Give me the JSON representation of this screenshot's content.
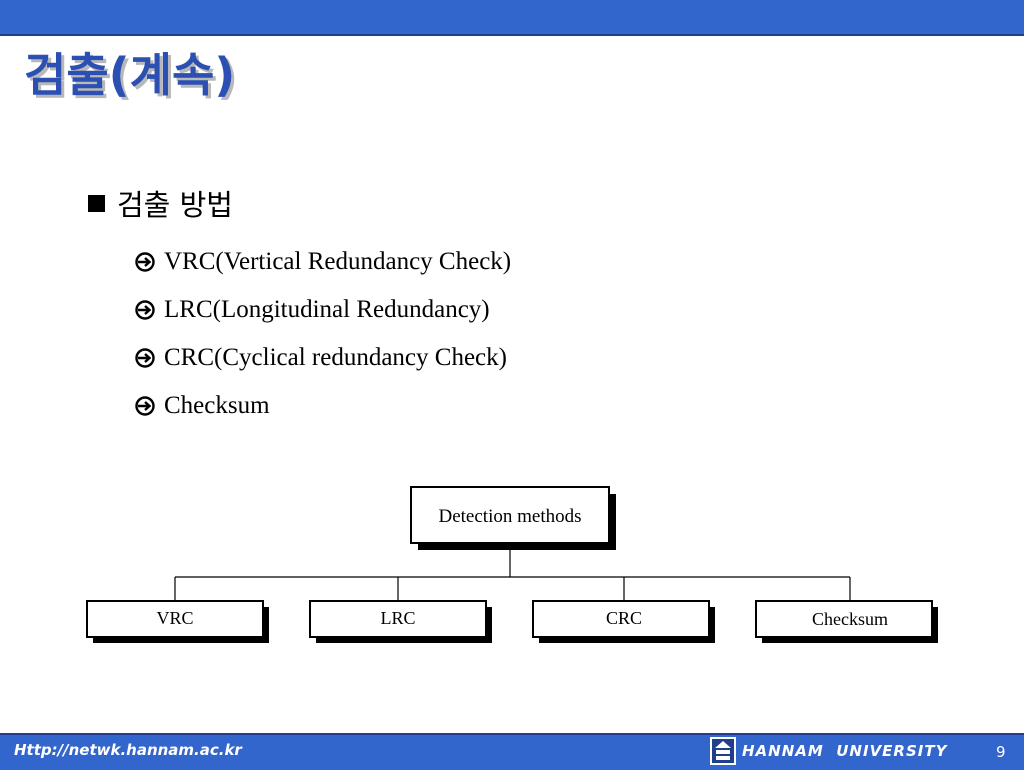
{
  "slide": {
    "title": "검출(계속)",
    "bullet": "검출 방법",
    "sub_items": [
      "VRC(Vertical Redundancy Check)",
      "LRC(Longitudinal Redundancy)",
      "CRC(Cyclical redundancy Check)",
      "Checksum"
    ]
  },
  "diagram": {
    "root": "Detection methods",
    "children": [
      "VRC",
      "LRC",
      "CRC",
      "Checksum"
    ]
  },
  "footer": {
    "url": "Http://netwk.hannam.ac.kr",
    "university": "HANNAM  UNIVERSITY",
    "page_number": "9"
  },
  "icons": {
    "bullet": "square-bullet-icon",
    "sub_bullet": "circled-arrow-icon",
    "logo": "hannam-logo-icon"
  },
  "colors": {
    "bar": "#3366cc",
    "title": "#2b4fb3"
  }
}
